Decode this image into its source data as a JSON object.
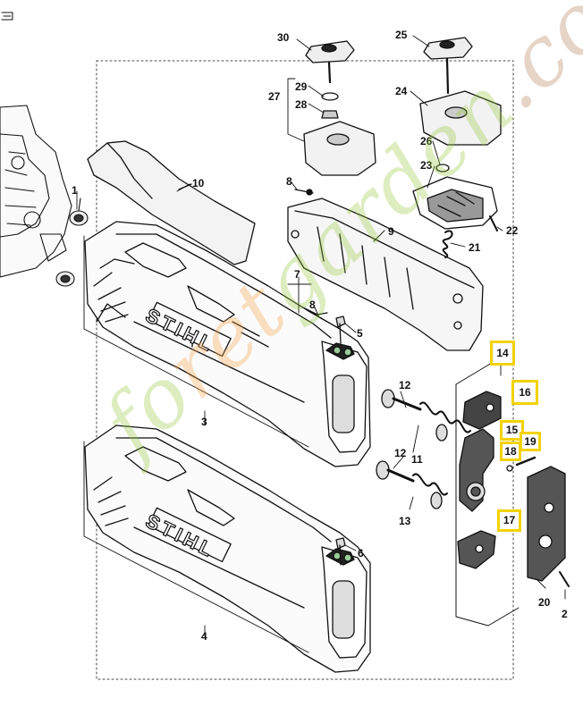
{
  "brand": "STIHL",
  "watermark": {
    "left": "fo",
    "middle": "ret",
    "right": "garden",
    "dot": ".",
    "tld": "com"
  },
  "parts": [
    {
      "id": "30",
      "label": "30"
    },
    {
      "id": "25",
      "label": "25"
    },
    {
      "id": "29",
      "label": "29"
    },
    {
      "id": "27",
      "label": "27"
    },
    {
      "id": "28",
      "label": "28"
    },
    {
      "id": "24",
      "label": "24"
    },
    {
      "id": "26",
      "label": "26"
    },
    {
      "id": "23",
      "label": "23"
    },
    {
      "id": "22",
      "label": "22"
    },
    {
      "id": "21",
      "label": "21"
    },
    {
      "id": "10",
      "label": "10"
    },
    {
      "id": "8a",
      "label": "8"
    },
    {
      "id": "9",
      "label": "9"
    },
    {
      "id": "1",
      "label": "1"
    },
    {
      "id": "7",
      "label": "7"
    },
    {
      "id": "8b",
      "label": "8"
    },
    {
      "id": "5",
      "label": "5"
    },
    {
      "id": "12a",
      "label": "12"
    },
    {
      "id": "11",
      "label": "11"
    },
    {
      "id": "3",
      "label": "3"
    },
    {
      "id": "12b",
      "label": "12"
    },
    {
      "id": "13",
      "label": "13"
    },
    {
      "id": "6",
      "label": "6"
    },
    {
      "id": "4",
      "label": "4"
    },
    {
      "id": "20",
      "label": "20"
    },
    {
      "id": "2",
      "label": "2"
    }
  ],
  "highlighted_parts": [
    {
      "id": "14",
      "label": "14"
    },
    {
      "id": "16",
      "label": "16"
    },
    {
      "id": "15",
      "label": "15"
    },
    {
      "id": "18",
      "label": "18"
    },
    {
      "id": "19",
      "label": "19"
    },
    {
      "id": "17",
      "label": "17"
    }
  ],
  "colors": {
    "highlight": "#f2d200",
    "line": "#111111",
    "watermark_green": "#96c83c"
  }
}
